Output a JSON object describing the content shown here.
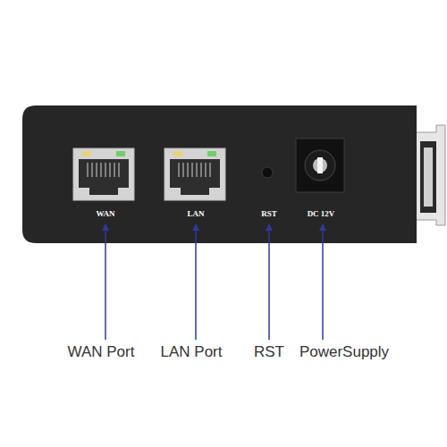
{
  "diagram": {
    "labels": [
      "WAN",
      "LAN",
      "RST",
      "DC 12V",
      "WAN Port",
      "LAN Port",
      "RST",
      "PowerSupply"
    ]
  }
}
